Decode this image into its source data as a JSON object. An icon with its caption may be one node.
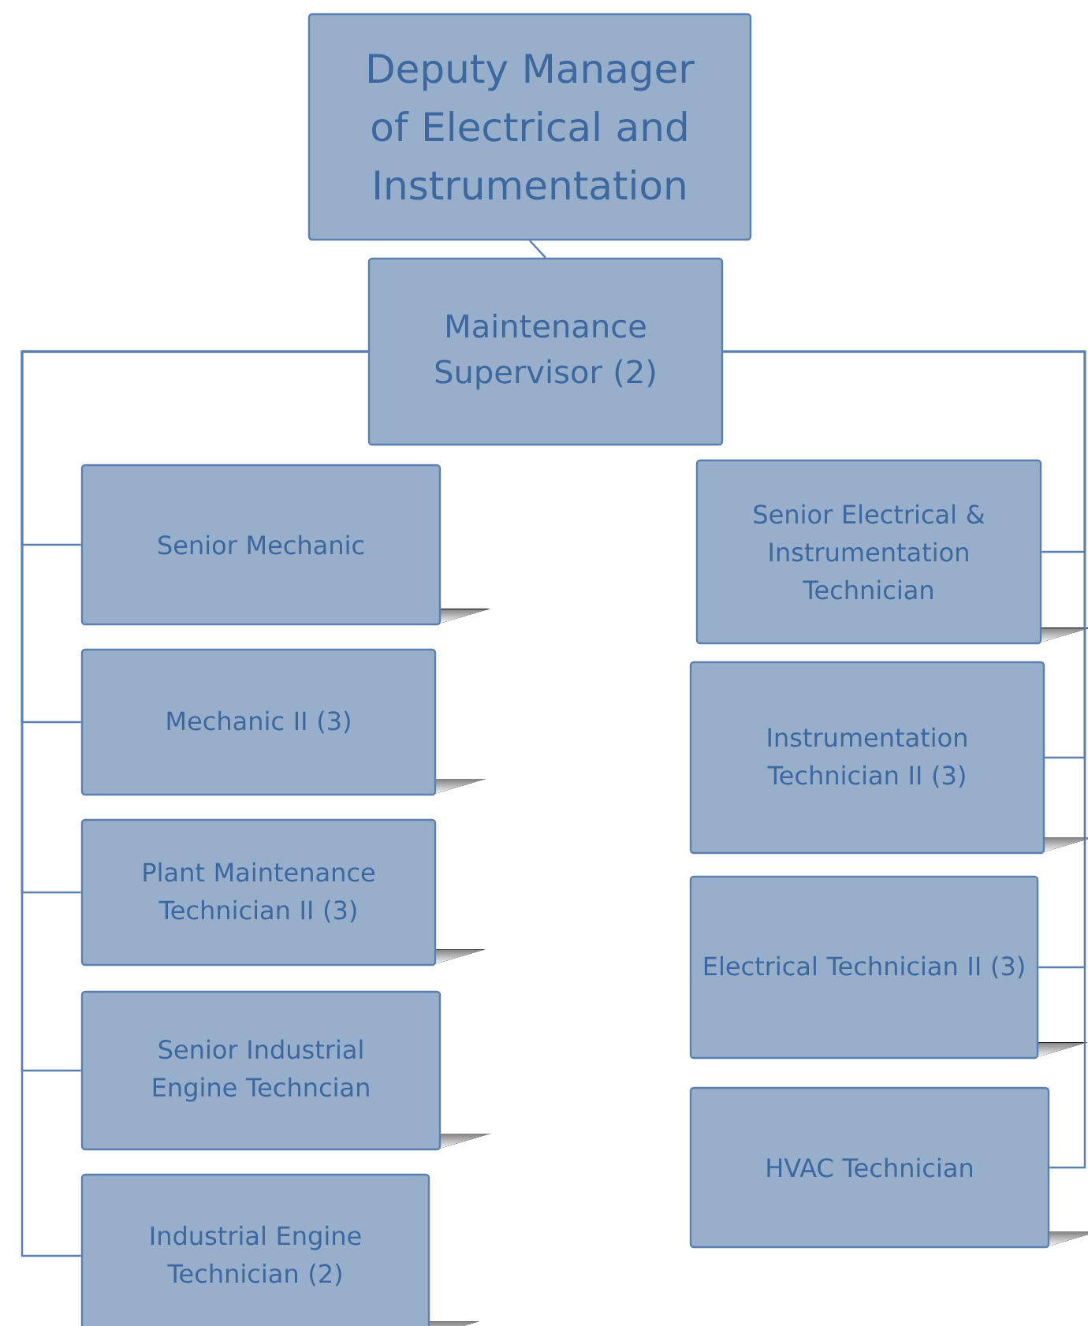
{
  "diagram": {
    "nodes": [
      {
        "text": [
          "Deputy Manager of Electrical and Instrumentation"
        ]
      },
      {
        "text": [
          "Maintenance Supervisor (2)"
        ]
      },
      {
        "text": [
          "Senior Mechanic"
        ]
      },
      {
        "text": [
          "Mechanic II (3)"
        ]
      },
      {
        "text": [
          "Plant Maintenance Technician II (3)"
        ]
      },
      {
        "text": [
          "Senior Industrial Engine Techncian"
        ]
      },
      {
        "text": [
          "Industrial Engine Technician (2)"
        ]
      },
      {
        "text": [
          "Senior Electrical & Instrumentation Technician"
        ]
      },
      {
        "text": [
          "Instrumentation Technician II (3)"
        ]
      },
      {
        "text": [
          "Electrical Technician II (3)"
        ]
      },
      {
        "text": [
          "HVAC Technician"
        ]
      }
    ],
    "edges": [
      {
        "from": 0,
        "to": 1,
        "arrow": "none"
      },
      {
        "from": 1,
        "to": 2,
        "arrow": "none"
      },
      {
        "from": 1,
        "to": 3,
        "arrow": "none"
      },
      {
        "from": 1,
        "to": 4,
        "arrow": "none"
      },
      {
        "from": 1,
        "to": 5,
        "arrow": "none"
      },
      {
        "from": 1,
        "to": 6,
        "arrow": "none"
      },
      {
        "from": 1,
        "to": 7,
        "arrow": "none"
      },
      {
        "from": 1,
        "to": 8,
        "arrow": "none"
      },
      {
        "from": 1,
        "to": 9,
        "arrow": "none"
      },
      {
        "from": 1,
        "to": 10,
        "arrow": "none"
      }
    ]
  }
}
